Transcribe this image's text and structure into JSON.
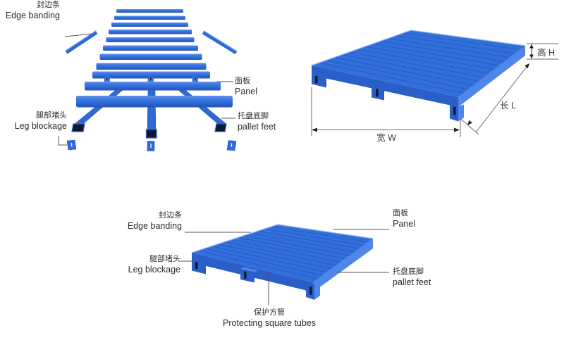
{
  "colors": {
    "pallet_blue": "#2f6ad8",
    "pallet_blue_light": "#4f86e9",
    "pallet_blue_dark": "#2254b4",
    "pallet_top": "#3170db",
    "tube_opening": "#0c1835",
    "label_text": "#2b2b2b",
    "dimension_text": "#3d3d3d",
    "leader_line": "#555555"
  },
  "exploded_view": {
    "edge_banding": {
      "zh": "封边条",
      "en": "Edge banding"
    },
    "panel": {
      "zh": "面板",
      "en": "Panel"
    },
    "leg_blockage": {
      "zh": "腿部堵头",
      "en": "Leg blockage"
    },
    "pallet_feet": {
      "zh": "托盘底脚",
      "en": "pallet feet"
    }
  },
  "dimensioned_view": {
    "height": "高 H",
    "length": "长 L",
    "width": "宽 W"
  },
  "assembled_view": {
    "edge_banding": {
      "zh": "封边条",
      "en": "Edge banding"
    },
    "panel": {
      "zh": "面板",
      "en": "Panel"
    },
    "leg_blockage": {
      "zh": "腿部堵头",
      "en": "Leg blockage"
    },
    "pallet_feet": {
      "zh": "托盘底脚",
      "en": "pallet feet"
    },
    "square_tubes": {
      "zh": "保护方管",
      "en": "Protecting square tubes"
    }
  }
}
